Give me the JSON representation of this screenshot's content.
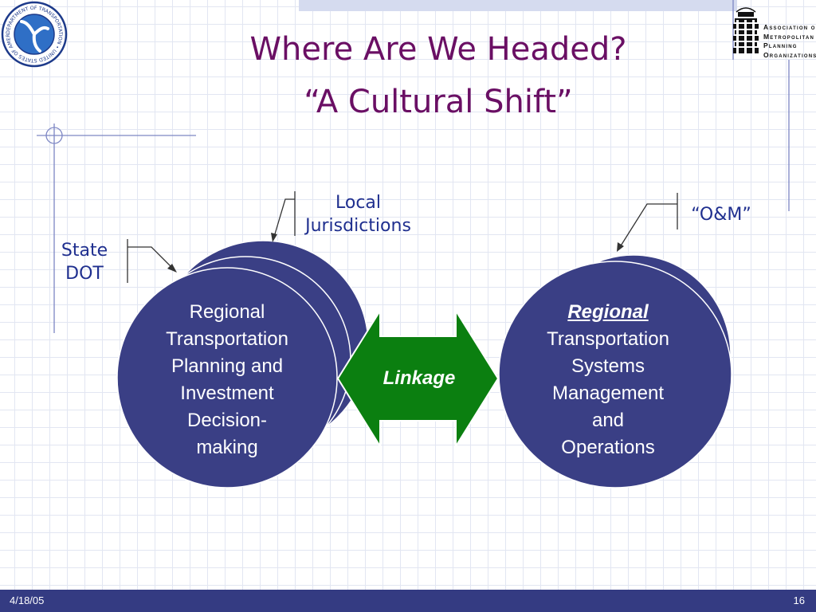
{
  "title": {
    "line1": "Where Are We Headed?",
    "line2": "“A Cultural Shift”"
  },
  "labels": {
    "local_line1": "Local",
    "local_line2": "Jurisdictions",
    "state_line1": "State",
    "state_line2": "DOT",
    "om": "“O&M”"
  },
  "left_circle": {
    "lines": [
      "Regional",
      "Transportation",
      "Planning and",
      "Investment",
      "Decision-",
      "making"
    ]
  },
  "right_circle": {
    "emphasis": "Regional",
    "lines": [
      "Transportation",
      "Systems",
      "Management",
      "and",
      "Operations"
    ]
  },
  "arrow": {
    "label": "Linkage"
  },
  "logos": {
    "usdot_ring_text": "DEPARTMENT OF TRANSPORTATION • UNITED STATES OF AMERICA",
    "amp_lines": [
      "Association of",
      "Metropolitan",
      "Planning",
      "Organizations"
    ]
  },
  "footer": {
    "date": "4/18/05",
    "page": "16"
  },
  "colors": {
    "title": "#6a0f64",
    "label": "#1f2f8f",
    "circle_fill": "#3a3f85",
    "arrow_fill": "#0b7f10",
    "footer": "#343b82"
  }
}
